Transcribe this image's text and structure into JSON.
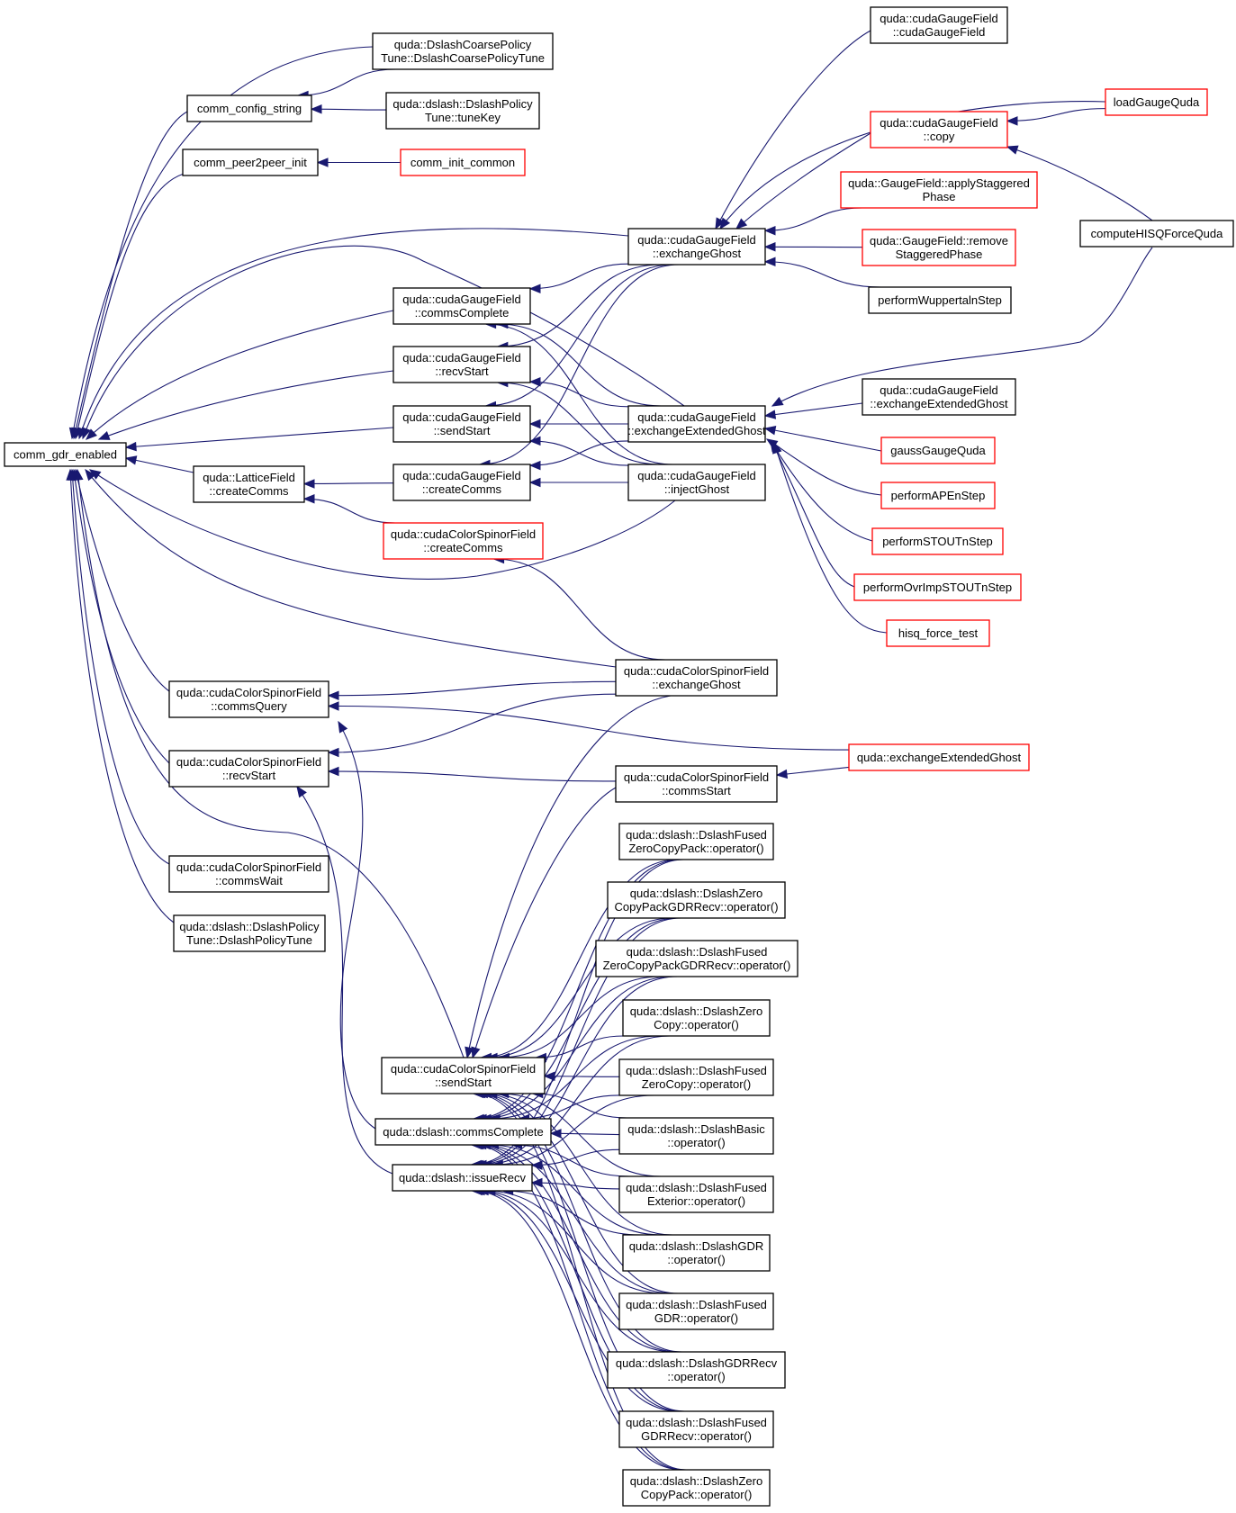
{
  "graph": {
    "colors": {
      "edge": "#191970",
      "box_border": "#000000",
      "link_border": "#ff0000",
      "focus_fill": "#bfbfbf"
    },
    "nodes": {
      "gdr": {
        "lines": [
          "comm_gdr_enabled"
        ],
        "style": "focus"
      },
      "cfgstr": {
        "lines": [
          "comm_config_string"
        ],
        "style": "normal"
      },
      "p2p": {
        "lines": [
          "comm_peer2peer_init"
        ],
        "style": "normal"
      },
      "coarse": {
        "lines": [
          "quda::DslashCoarsePolicy",
          "Tune::DslashCoarsePolicyTune"
        ],
        "style": "normal"
      },
      "tunekey": {
        "lines": [
          "quda::dslash::DslashPolicy",
          "Tune::tuneKey"
        ],
        "style": "normal"
      },
      "initcommon": {
        "lines": [
          "comm_init_common"
        ],
        "style": "link"
      },
      "lfcc": {
        "lines": [
          "quda::LatticeField",
          "::createComms"
        ],
        "style": "normal"
      },
      "gfcommsc": {
        "lines": [
          "quda::cudaGaugeField",
          "::commsComplete"
        ],
        "style": "normal"
      },
      "gfrecv": {
        "lines": [
          "quda::cudaGaugeField",
          "::recvStart"
        ],
        "style": "normal"
      },
      "gfsend": {
        "lines": [
          "quda::cudaGaugeField",
          "::sendStart"
        ],
        "style": "normal"
      },
      "gfcc": {
        "lines": [
          "quda::cudaGaugeField",
          "::createComms"
        ],
        "style": "normal"
      },
      "csfcc": {
        "lines": [
          "quda::cudaColorSpinorField",
          "::createComms"
        ],
        "style": "link"
      },
      "gfexg": {
        "lines": [
          "quda::cudaGaugeField",
          "::exchangeGhost"
        ],
        "style": "normal"
      },
      "gfexeg": {
        "lines": [
          "quda::cudaGaugeField",
          "::exchangeExtendedGhost"
        ],
        "style": "normal"
      },
      "gfinj": {
        "lines": [
          "quda::cudaGaugeField",
          "::injectGhost"
        ],
        "style": "normal"
      },
      "gfctor": {
        "lines": [
          "quda::cudaGaugeField",
          "::cudaGaugeField"
        ],
        "style": "normal"
      },
      "gfcopy": {
        "lines": [
          "quda::cudaGaugeField",
          "::copy"
        ],
        "style": "link"
      },
      "applystag": {
        "lines": [
          "quda::GaugeField::applyStaggered",
          "Phase"
        ],
        "style": "link"
      },
      "removestag": {
        "lines": [
          "quda::GaugeField::remove",
          "StaggeredPhase"
        ],
        "style": "link"
      },
      "wupp": {
        "lines": [
          "performWuppertalnStep"
        ],
        "style": "normal"
      },
      "loadgauge": {
        "lines": [
          "loadGaugeQuda"
        ],
        "style": "link"
      },
      "hisq": {
        "lines": [
          "computeHISQForceQuda"
        ],
        "style": "normal"
      },
      "gfexeg2": {
        "lines": [
          "quda::cudaGaugeField",
          "::exchangeExtendedGhost"
        ],
        "style": "normal"
      },
      "gauss": {
        "lines": [
          "gaussGaugeQuda"
        ],
        "style": "link"
      },
      "ape": {
        "lines": [
          "performAPEnStep"
        ],
        "style": "link"
      },
      "stout": {
        "lines": [
          "performSTOUTnStep"
        ],
        "style": "link"
      },
      "ovrimp": {
        "lines": [
          "performOvrImpSTOUTnStep"
        ],
        "style": "link"
      },
      "hisqtest": {
        "lines": [
          "hisq_force_test"
        ],
        "style": "link"
      },
      "csfcq": {
        "lines": [
          "quda::cudaColorSpinorField",
          "::commsQuery"
        ],
        "style": "normal"
      },
      "csfrecv": {
        "lines": [
          "quda::cudaColorSpinorField",
          "::recvStart"
        ],
        "style": "normal"
      },
      "csfwait": {
        "lines": [
          "quda::cudaColorSpinorField",
          "::commsWait"
        ],
        "style": "normal"
      },
      "dpt": {
        "lines": [
          "quda::dslash::DslashPolicy",
          "Tune::DslashPolicyTune"
        ],
        "style": "normal"
      },
      "csfexg": {
        "lines": [
          "quda::cudaColorSpinorField",
          "::exchangeGhost"
        ],
        "style": "normal"
      },
      "qexeg": {
        "lines": [
          "quda::exchangeExtendedGhost"
        ],
        "style": "link"
      },
      "csfcs": {
        "lines": [
          "quda::cudaColorSpinorField",
          "::commsStart"
        ],
        "style": "normal"
      },
      "csfsend": {
        "lines": [
          "quda::cudaColorSpinorField",
          "::sendStart"
        ],
        "style": "normal"
      },
      "dcc": {
        "lines": [
          "quda::dslash::commsComplete"
        ],
        "style": "normal"
      },
      "dir": {
        "lines": [
          "quda::dslash::issueRecv"
        ],
        "style": "normal"
      },
      "d1": {
        "lines": [
          "quda::dslash::DslashFused",
          "ZeroCopyPack::operator()"
        ],
        "style": "normal"
      },
      "d2": {
        "lines": [
          "quda::dslash::DslashZero",
          "CopyPackGDRRecv::operator()"
        ],
        "style": "normal"
      },
      "d3": {
        "lines": [
          "quda::dslash::DslashFused",
          "ZeroCopyPackGDRRecv::operator()"
        ],
        "style": "normal"
      },
      "d4": {
        "lines": [
          "quda::dslash::DslashZero",
          "Copy::operator()"
        ],
        "style": "normal"
      },
      "d5": {
        "lines": [
          "quda::dslash::DslashFused",
          "ZeroCopy::operator()"
        ],
        "style": "normal"
      },
      "d6": {
        "lines": [
          "quda::dslash::DslashBasic",
          "::operator()"
        ],
        "style": "normal"
      },
      "d7": {
        "lines": [
          "quda::dslash::DslashFused",
          "Exterior::operator()"
        ],
        "style": "normal"
      },
      "d8": {
        "lines": [
          "quda::dslash::DslashGDR",
          "::operator()"
        ],
        "style": "normal"
      },
      "d9": {
        "lines": [
          "quda::dslash::DslashFused",
          "GDR::operator()"
        ],
        "style": "normal"
      },
      "d10": {
        "lines": [
          "quda::dslash::DslashGDRRecv",
          "::operator()"
        ],
        "style": "normal"
      },
      "d11": {
        "lines": [
          "quda::dslash::DslashFused",
          "GDRRecv::operator()"
        ],
        "style": "normal"
      },
      "d12": {
        "lines": [
          "quda::dslash::DslashZero",
          "CopyPack::operator()"
        ],
        "style": "normal"
      }
    },
    "edges": [
      [
        "gdr",
        "coarse"
      ],
      [
        "gdr",
        "cfgstr"
      ],
      [
        "gdr",
        "p2p"
      ],
      [
        "gdr",
        "gfexg"
      ],
      [
        "gdr",
        "gfexeg"
      ],
      [
        "gdr",
        "gfcommsc"
      ],
      [
        "gdr",
        "gfrecv"
      ],
      [
        "gdr",
        "gfsend"
      ],
      [
        "gdr",
        "lfcc"
      ],
      [
        "gdr",
        "gfinj"
      ],
      [
        "gdr",
        "csfexg"
      ],
      [
        "gdr",
        "csfcq"
      ],
      [
        "gdr",
        "csfrecv"
      ],
      [
        "gdr",
        "csfwait"
      ],
      [
        "gdr",
        "dpt"
      ],
      [
        "gdr",
        "csfsend"
      ],
      [
        "cfgstr",
        "coarse"
      ],
      [
        "cfgstr",
        "tunekey"
      ],
      [
        "p2p",
        "initcommon"
      ],
      [
        "lfcc",
        "gfcc"
      ],
      [
        "lfcc",
        "csfcc"
      ],
      [
        "gfcommsc",
        "gfexg"
      ],
      [
        "gfcommsc",
        "gfexeg"
      ],
      [
        "gfcommsc",
        "gfinj"
      ],
      [
        "gfrecv",
        "gfexg"
      ],
      [
        "gfrecv",
        "gfexeg"
      ],
      [
        "gfrecv",
        "gfinj"
      ],
      [
        "gfsend",
        "gfexg"
      ],
      [
        "gfsend",
        "gfexeg"
      ],
      [
        "gfsend",
        "gfinj"
      ],
      [
        "gfcc",
        "gfexg"
      ],
      [
        "gfcc",
        "gfexeg"
      ],
      [
        "gfcc",
        "gfinj"
      ],
      [
        "csfcc",
        "csfexg"
      ],
      [
        "gfexg",
        "gfctor"
      ],
      [
        "gfexg",
        "loadgauge"
      ],
      [
        "gfexg",
        "gfcopy"
      ],
      [
        "gfexg",
        "applystag"
      ],
      [
        "gfexg",
        "removestag"
      ],
      [
        "gfexg",
        "wupp"
      ],
      [
        "gfcopy",
        "loadgauge"
      ],
      [
        "gfcopy",
        "hisq"
      ],
      [
        "gfexeg",
        "hisq"
      ],
      [
        "gfexeg",
        "gfexeg2"
      ],
      [
        "gfexeg",
        "gauss"
      ],
      [
        "gfexeg",
        "ape"
      ],
      [
        "gfexeg",
        "stout"
      ],
      [
        "gfexeg",
        "ovrimp"
      ],
      [
        "gfexeg",
        "hisqtest"
      ],
      [
        "csfcq",
        "csfexg"
      ],
      [
        "csfcq",
        "qexeg"
      ],
      [
        "csfcq",
        "dcc"
      ],
      [
        "csfrecv",
        "csfexg"
      ],
      [
        "csfrecv",
        "csfcs"
      ],
      [
        "csfrecv",
        "dir"
      ],
      [
        "csfcs",
        "qexeg"
      ],
      [
        "csfsend",
        "csfexg"
      ],
      [
        "csfsend",
        "csfcs"
      ],
      [
        "csfsend",
        "d1"
      ],
      [
        "csfsend",
        "d2"
      ],
      [
        "csfsend",
        "d3"
      ],
      [
        "csfsend",
        "d4"
      ],
      [
        "csfsend",
        "d5"
      ],
      [
        "csfsend",
        "d6"
      ],
      [
        "csfsend",
        "d7"
      ],
      [
        "csfsend",
        "d8"
      ],
      [
        "csfsend",
        "d9"
      ],
      [
        "csfsend",
        "d10"
      ],
      [
        "csfsend",
        "d11"
      ],
      [
        "csfsend",
        "d12"
      ],
      [
        "dcc",
        "d1"
      ],
      [
        "dcc",
        "d2"
      ],
      [
        "dcc",
        "d3"
      ],
      [
        "dcc",
        "d4"
      ],
      [
        "dcc",
        "d5"
      ],
      [
        "dcc",
        "d6"
      ],
      [
        "dcc",
        "d7"
      ],
      [
        "dcc",
        "d8"
      ],
      [
        "dcc",
        "d9"
      ],
      [
        "dcc",
        "d10"
      ],
      [
        "dcc",
        "d11"
      ],
      [
        "dcc",
        "d12"
      ],
      [
        "dir",
        "d1"
      ],
      [
        "dir",
        "d2"
      ],
      [
        "dir",
        "d3"
      ],
      [
        "dir",
        "d4"
      ],
      [
        "dir",
        "d5"
      ],
      [
        "dir",
        "d6"
      ],
      [
        "dir",
        "d7"
      ],
      [
        "dir",
        "d8"
      ],
      [
        "dir",
        "d9"
      ],
      [
        "dir",
        "d10"
      ],
      [
        "dir",
        "d11"
      ],
      [
        "dir",
        "d12"
      ]
    ]
  }
}
